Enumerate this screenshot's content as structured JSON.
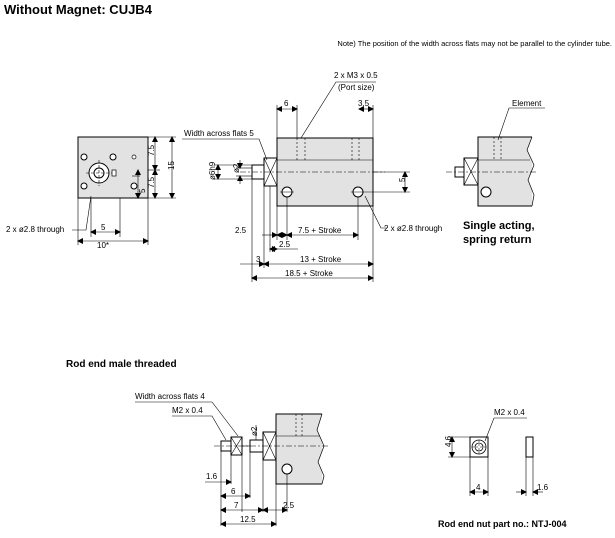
{
  "title": "Without Magnet: CUJB4",
  "note": "Note) The position of the width across flats may not be parallel to the cylinder tube.",
  "main_view": {
    "port_label_1": "2 x M3 x 0.5",
    "port_label_2": "(Port size)",
    "dim_6": "6",
    "dim_3_5": "3.5",
    "wrench_flats": "Width across flats 5",
    "rod_dia": "ø6h9",
    "bore_dia": "ø2",
    "dim_5_right": "5",
    "dim_2_5_left": "2.5",
    "stroke_7_5": "7.5 + Stroke",
    "dim_2_5_mid": "2.5",
    "dim_3": "3",
    "stroke_13": "13 + Stroke",
    "stroke_18_5": "18.5 + Stroke",
    "through_right": "2 x ø2.8 through"
  },
  "end_view": {
    "dim_7_5_top": "7.5",
    "dim_7_5_bottom": "7.5",
    "dim_5_side": "5",
    "dim_15": "15",
    "through_left": "2 x ø2.8 through",
    "dim_5_bottom": "5",
    "dim_10": "10*"
  },
  "element_view": {
    "label": "Element",
    "caption_1": "Single acting,",
    "caption_2": "spring return"
  },
  "rod_end": {
    "heading": "Rod end male threaded",
    "wrench_flats": "Width across flats 4",
    "thread": "M2 x 0.4",
    "dia": "ø2",
    "dim_1_6": "1.6",
    "dim_6": "6",
    "dim_7": "7",
    "dim_2_5": "2.5",
    "dim_12_5": "12.5"
  },
  "nut": {
    "thread": "M2 x 0.4",
    "dim_4_6": "4.6",
    "dim_4": "4",
    "dim_1_6": "1.6",
    "caption": "Rod end nut part no.: NTJ-004"
  }
}
